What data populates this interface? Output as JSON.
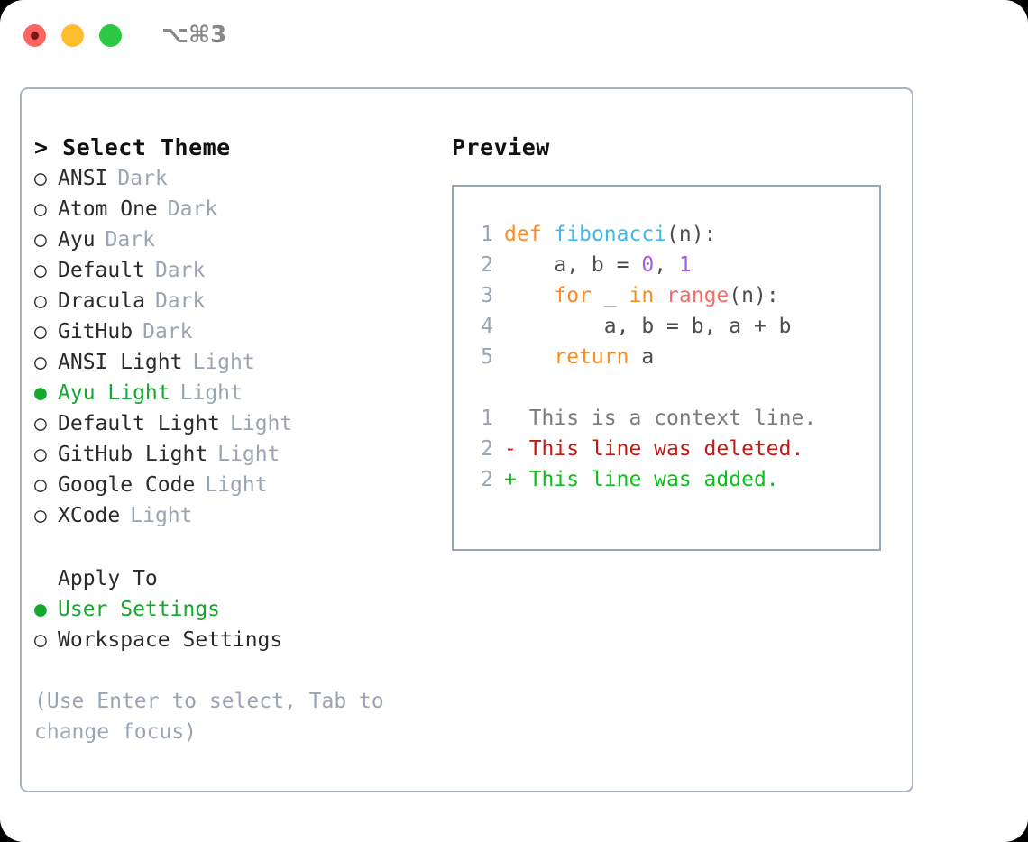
{
  "titlebar": {
    "buttons": [
      {
        "name": "close-recording",
        "color": "#fb6560"
      },
      {
        "name": "minimize",
        "color": "#fdbd2e"
      },
      {
        "name": "maximize",
        "color": "#2bc942"
      }
    ],
    "shortcut": "⌥⌘3"
  },
  "colors": {
    "accent_green": "#15a82e",
    "muted_gray": "#9aa5b4",
    "border": "#aab4c0",
    "text": "#2b2b2b",
    "keyword_orange": "#fb8b23",
    "function_blue": "#41b7ef",
    "number_purple": "#a45ee5",
    "builtin_red": "#fa6a6a",
    "diff_added": "#0cc01b",
    "diff_deleted": "#c41a12",
    "diff_context": "#7b7b7b"
  },
  "left": {
    "heading": "> Select Theme",
    "themes": [
      {
        "bullet": "○",
        "name": "ANSI",
        "tag": "Dark",
        "selected": false
      },
      {
        "bullet": "○",
        "name": "Atom One",
        "tag": "Dark",
        "selected": false
      },
      {
        "bullet": "○",
        "name": "Ayu",
        "tag": "Dark",
        "selected": false
      },
      {
        "bullet": "○",
        "name": "Default",
        "tag": "Dark",
        "selected": false
      },
      {
        "bullet": "○",
        "name": "Dracula",
        "tag": "Dark",
        "selected": false
      },
      {
        "bullet": "○",
        "name": "GitHub",
        "tag": "Dark",
        "selected": false
      },
      {
        "bullet": "○",
        "name": "ANSI Light",
        "tag": "Light",
        "selected": false
      },
      {
        "bullet": "●",
        "name": "Ayu Light",
        "tag": "Light",
        "selected": true
      },
      {
        "bullet": "○",
        "name": "Default Light",
        "tag": "Light",
        "selected": false
      },
      {
        "bullet": "○",
        "name": "GitHub Light",
        "tag": "Light",
        "selected": false
      },
      {
        "bullet": "○",
        "name": "Google Code",
        "tag": "Light",
        "selected": false
      },
      {
        "bullet": "○",
        "name": "XCode",
        "tag": "Light",
        "selected": false
      }
    ],
    "apply_to_title": "Apply To",
    "apply_to_options": [
      {
        "bullet": "●",
        "name": "User Settings",
        "selected": true
      },
      {
        "bullet": "○",
        "name": "Workspace Settings",
        "selected": false
      }
    ],
    "hint": "(Use Enter to select, Tab to change focus)"
  },
  "right": {
    "preview_title": "Preview",
    "code_lines": [
      {
        "no": "1",
        "tokens": [
          {
            "t": "def",
            "c": "kw"
          },
          {
            "t": " ",
            "c": "pl"
          },
          {
            "t": "fibonacci",
            "c": "fn"
          },
          {
            "t": "(n):",
            "c": "pl"
          }
        ]
      },
      {
        "no": "2",
        "tokens": [
          {
            "t": "    a, b = ",
            "c": "pl"
          },
          {
            "t": "0",
            "c": "num"
          },
          {
            "t": ", ",
            "c": "pl"
          },
          {
            "t": "1",
            "c": "num"
          }
        ]
      },
      {
        "no": "3",
        "tokens": [
          {
            "t": "    ",
            "c": "pl"
          },
          {
            "t": "for",
            "c": "kw"
          },
          {
            "t": " _ ",
            "c": "pl"
          },
          {
            "t": "in",
            "c": "kw"
          },
          {
            "t": " ",
            "c": "pl"
          },
          {
            "t": "range",
            "c": "bi"
          },
          {
            "t": "(n):",
            "c": "pl"
          }
        ]
      },
      {
        "no": "4",
        "tokens": [
          {
            "t": "        a, b = b, a + b",
            "c": "pl"
          }
        ]
      },
      {
        "no": "5",
        "tokens": [
          {
            "t": "    ",
            "c": "pl"
          },
          {
            "t": "return",
            "c": "kw"
          },
          {
            "t": " a",
            "c": "pl"
          }
        ]
      }
    ],
    "diff_lines": [
      {
        "no": "1",
        "marker": " ",
        "text": "  This is a context line.",
        "kind": "diff-ctx"
      },
      {
        "no": "2",
        "marker": "-",
        "text": "- This line was deleted.",
        "kind": "diff-del"
      },
      {
        "no": "2",
        "marker": "+",
        "text": "+ This line was added.",
        "kind": "diff-add"
      }
    ]
  }
}
